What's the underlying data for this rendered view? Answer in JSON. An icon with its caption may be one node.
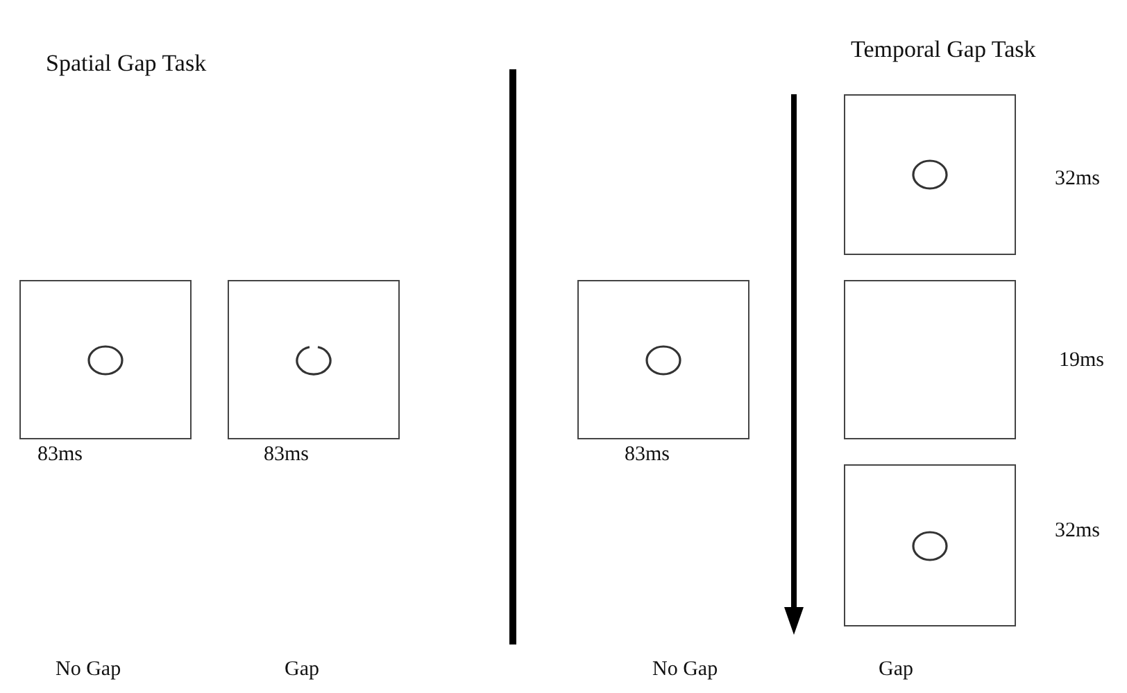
{
  "diagram": {
    "nodes": [
      {
        "text": [],
        "shape": "box",
        "beside": [
          "83ms"
        ]
      },
      {
        "text": [],
        "shape": "box",
        "beside": [
          "83ms"
        ]
      },
      {
        "text": [],
        "shape": "box",
        "beside": [
          "83ms"
        ]
      },
      {
        "text": [],
        "shape": "box",
        "beside": [
          "32ms"
        ]
      },
      {
        "text": [],
        "shape": "box",
        "beside": [
          "19ms"
        ]
      },
      {
        "text": [],
        "shape": "box",
        "beside": [
          "32ms"
        ]
      }
    ],
    "edges": [],
    "labels": [
      "Spatial Gap Task",
      "Temporal Gap Task",
      "No Gap",
      "Gap",
      "No Gap",
      "Gap"
    ]
  }
}
